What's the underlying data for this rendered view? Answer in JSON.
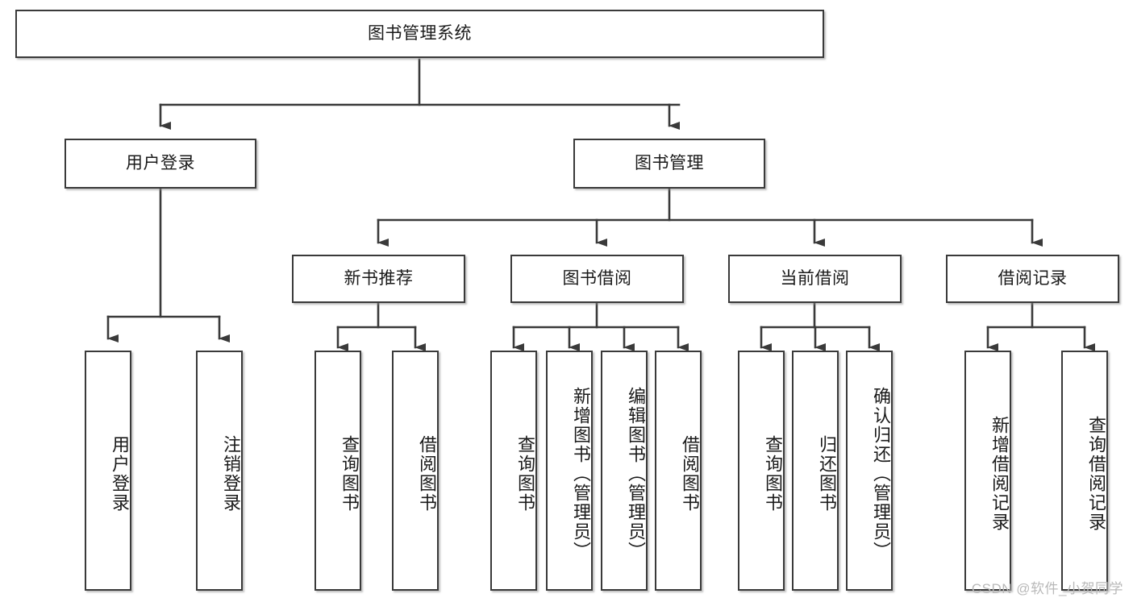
{
  "diagram": {
    "title": "图书管理系统",
    "type": "tree-hierarchy-diagram",
    "watermark": "CSDN @软件_小贺同学",
    "colors": {
      "box_border": "#3a3a3a",
      "box_fill": "#ffffff",
      "edge": "#3a3a3a",
      "text": "#1a1a1a",
      "watermark": "#b9b9b9",
      "background": "#ffffff"
    },
    "nodes": {
      "root": {
        "label": "图书管理系统"
      },
      "level2": [
        {
          "id": "user-login",
          "label": "用户登录"
        },
        {
          "id": "book-manage",
          "label": "图书管理"
        }
      ],
      "level3": [
        {
          "id": "new-book-recommend",
          "label": "新书推荐"
        },
        {
          "id": "book-borrow",
          "label": "图书借阅"
        },
        {
          "id": "current-borrow",
          "label": "当前借阅"
        },
        {
          "id": "borrow-record",
          "label": "借阅记录"
        }
      ],
      "leaves": {
        "user-login": [
          {
            "id": "leaf-user-login",
            "label": "用户登录"
          },
          {
            "id": "leaf-logout",
            "label": "注销登录"
          }
        ],
        "new-book-recommend": [
          {
            "id": "leaf-query-book-1",
            "label": "查询图书"
          },
          {
            "id": "leaf-borrow-book-1",
            "label": "借阅图书"
          }
        ],
        "book-borrow": [
          {
            "id": "leaf-query-book-2",
            "label": "查询图书"
          },
          {
            "id": "leaf-add-book",
            "label": "新增图书（管理员）"
          },
          {
            "id": "leaf-edit-book",
            "label": "编辑图书（管理员）"
          },
          {
            "id": "leaf-borrow-book-2",
            "label": "借阅图书"
          }
        ],
        "current-borrow": [
          {
            "id": "leaf-query-book-3",
            "label": "查询图书"
          },
          {
            "id": "leaf-return-book",
            "label": "归还图书"
          },
          {
            "id": "leaf-confirm-return",
            "label": "确认归还（管理员）"
          }
        ],
        "borrow-record": [
          {
            "id": "leaf-add-record",
            "label": "新增借阅记录"
          },
          {
            "id": "leaf-query-record",
            "label": "查询借阅记录"
          }
        ]
      }
    }
  }
}
